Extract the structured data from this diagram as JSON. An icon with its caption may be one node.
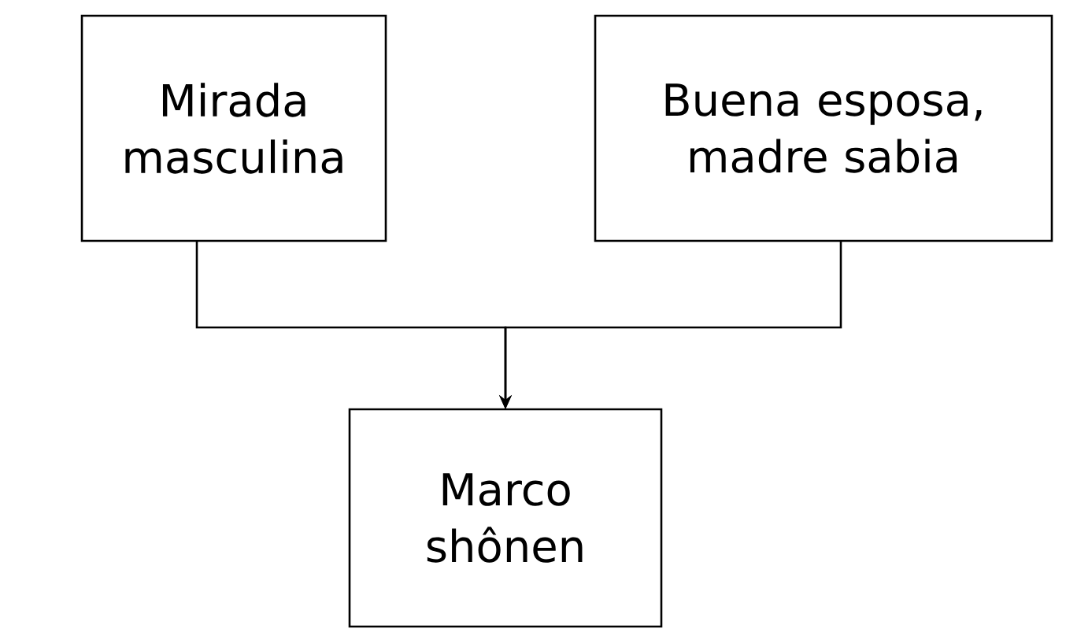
{
  "diagram": {
    "nodes": [
      {
        "text": [
          "Mirada masculina"
        ]
      },
      {
        "text": [
          "Buena esposa, madre sabia"
        ]
      },
      {
        "text": [
          "Marco shônen"
        ]
      }
    ],
    "edges": [
      {
        "from": 0,
        "to": 2,
        "arrow": "to"
      },
      {
        "from": 1,
        "to": 2,
        "arrow": "to"
      }
    ]
  }
}
